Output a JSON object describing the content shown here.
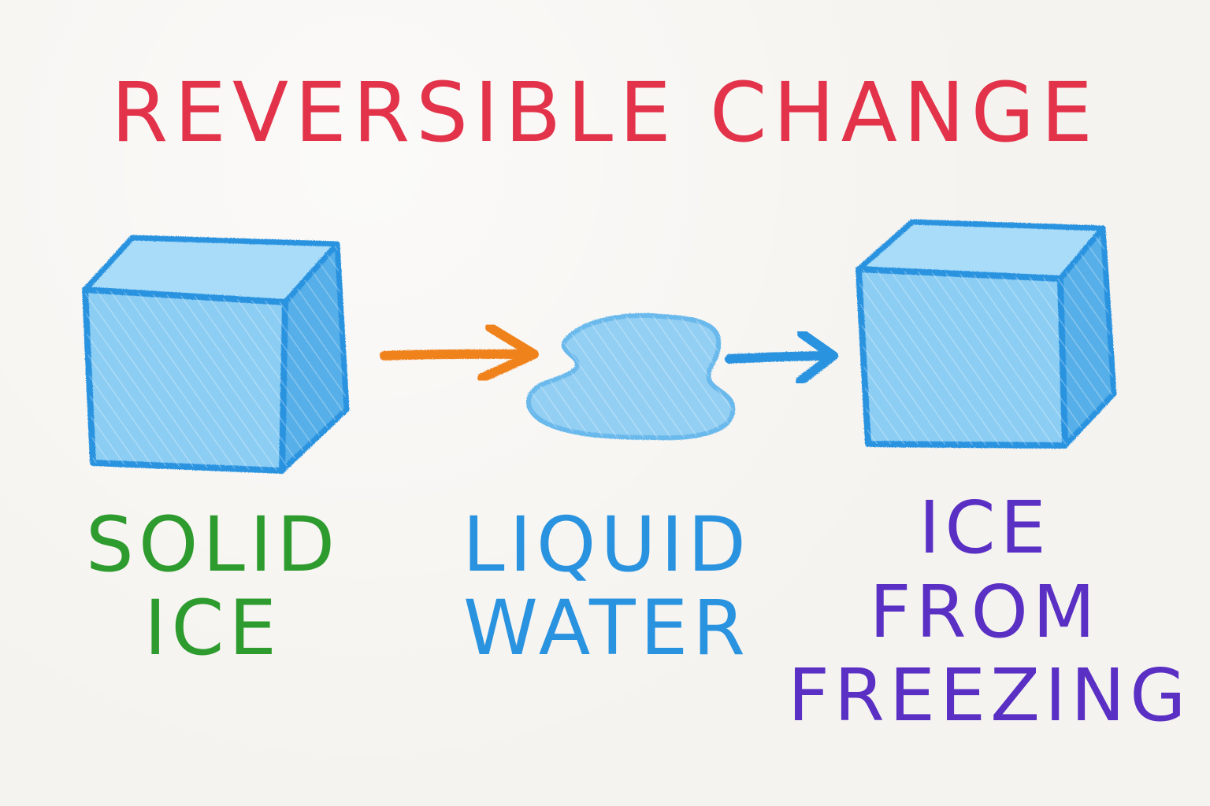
{
  "title": {
    "text": "REVERSIBLE CHANGE",
    "color": "#e2334a"
  },
  "stages": [
    {
      "id": "solid",
      "lines": [
        "SOLID",
        "ICE"
      ],
      "color": "#2e9b2e",
      "icon": "ice-cube"
    },
    {
      "id": "liquid",
      "lines": [
        "LIQUID",
        "WATER"
      ],
      "color": "#2a93e0",
      "icon": "water-puddle"
    },
    {
      "id": "frozen",
      "lines": [
        "ICE",
        "FROM",
        "FREEZING"
      ],
      "color": "#5a2fc4",
      "icon": "ice-cube"
    }
  ],
  "arrows": [
    {
      "from": "solid",
      "to": "liquid",
      "color": "#f0821e"
    },
    {
      "from": "liquid",
      "to": "frozen",
      "color": "#2a93e0"
    }
  ],
  "colors": {
    "ice_face": "#8ccdf3",
    "ice_side": "#57afe8",
    "ice_top": "#a9dcf8",
    "ice_outline": "#2a93e0",
    "puddle_fill": "#93cff3",
    "puddle_outline": "#6bb9ec",
    "paper": "#f5f3ef"
  }
}
